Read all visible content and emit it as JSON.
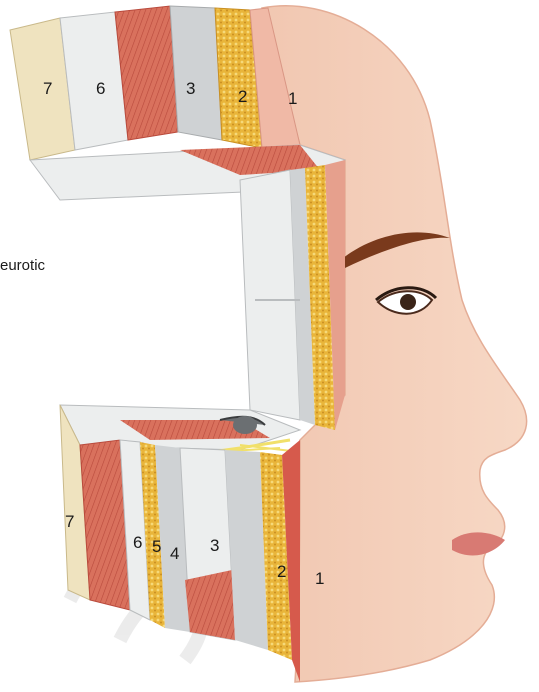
{
  "diagram": {
    "left_fragment": "eurotic",
    "top_labels": [
      "7",
      "6",
      "3",
      "2",
      "1"
    ],
    "bottom_labels": [
      "7",
      "6",
      "5",
      "4",
      "3",
      "2",
      "1"
    ],
    "colors": {
      "skin": "#f3cfb9",
      "skin_shadow": "#e4ad96",
      "fat": "#e9b53a",
      "fat_dot": "#f6d97a",
      "muscle": "#d9715d",
      "muscle_dark": "#b94a3c",
      "fascia": "#cfd2d4",
      "fascia_light": "#eceeee",
      "bone": "#efe3bf",
      "brow": "#7a3a1c",
      "lip": "#d87a73",
      "nerve": "#f1e06a",
      "watermark": "#d9d9d9"
    }
  }
}
